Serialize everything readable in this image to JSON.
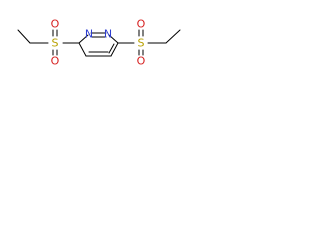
{
  "molecule": {
    "atoms": {
      "n1": "N",
      "n2": "N",
      "s_left": "S",
      "s_right": "S",
      "o_left_top": "O",
      "o_left_bottom": "O",
      "o_right_top": "O",
      "o_right_bottom": "O"
    },
    "colors": {
      "bond": "#000000",
      "nitrogen": "#2f3fd0",
      "sulfur": "#b8a000",
      "oxygen": "#d62020"
    }
  }
}
